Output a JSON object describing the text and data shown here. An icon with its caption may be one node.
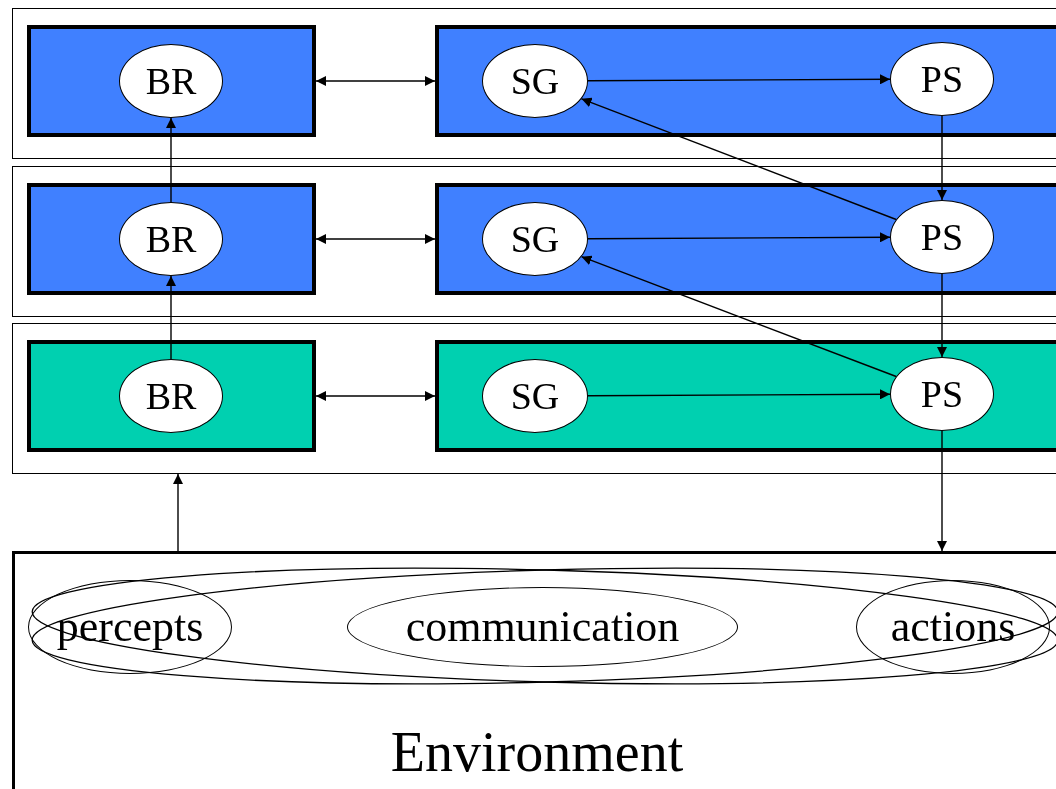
{
  "diagram": {
    "nodes": [
      {
        "text": [],
        "shape": "box"
      },
      {
        "text": [],
        "shape": "box",
        "in": 0
      },
      {
        "text": [
          "BR"
        ],
        "in": 1
      },
      {
        "text": [],
        "shape": "box",
        "in": 0
      },
      {
        "text": [
          "SG"
        ],
        "in": 3
      },
      {
        "text": [
          "PS"
        ],
        "in": 3
      },
      {
        "text": [],
        "shape": "box"
      },
      {
        "text": [],
        "shape": "box",
        "in": 6
      },
      {
        "text": [
          "BR"
        ],
        "in": 7
      },
      {
        "text": [],
        "shape": "box",
        "in": 6
      },
      {
        "text": [
          "SG"
        ],
        "in": 9
      },
      {
        "text": [
          "PS"
        ],
        "in": 9
      },
      {
        "text": [],
        "shape": "box"
      },
      {
        "text": [],
        "shape": "box",
        "in": 12
      },
      {
        "text": [
          "BR"
        ],
        "in": 13
      },
      {
        "text": [],
        "shape": "box",
        "in": 12
      },
      {
        "text": [
          "SG"
        ],
        "in": 15
      },
      {
        "text": [
          "PS"
        ],
        "in": 15
      },
      {
        "text": [
          "Environment"
        ]
      },
      {
        "text": [
          "percepts"
        ],
        "in": 18
      },
      {
        "text": [
          "communication"
        ],
        "in": 18
      },
      {
        "text": [
          "actions"
        ],
        "in": 18
      }
    ],
    "edges": [
      {
        "from": 1,
        "to": 3,
        "arrow": "both"
      },
      {
        "from": 4,
        "to": 5,
        "arrow": "to"
      },
      {
        "from": 7,
        "to": 9,
        "arrow": "both"
      },
      {
        "from": 10,
        "to": 11,
        "arrow": "to"
      },
      {
        "from": 13,
        "to": 15,
        "arrow": "both"
      },
      {
        "from": 16,
        "to": 17,
        "arrow": "to"
      },
      {
        "from": 8,
        "to": 2,
        "arrow": "to"
      },
      {
        "from": 14,
        "to": 8,
        "arrow": "to"
      },
      {
        "from": 5,
        "to": 11,
        "arrow": "to"
      },
      {
        "from": 11,
        "to": 17,
        "arrow": "to"
      },
      {
        "from": 11,
        "to": 4,
        "arrow": "to"
      },
      {
        "from": 17,
        "to": 10,
        "arrow": "to"
      },
      {
        "from": 17,
        "to": 18,
        "arrow": "to"
      },
      {
        "from": 18,
        "to": 12,
        "arrow": "to"
      }
    ]
  }
}
